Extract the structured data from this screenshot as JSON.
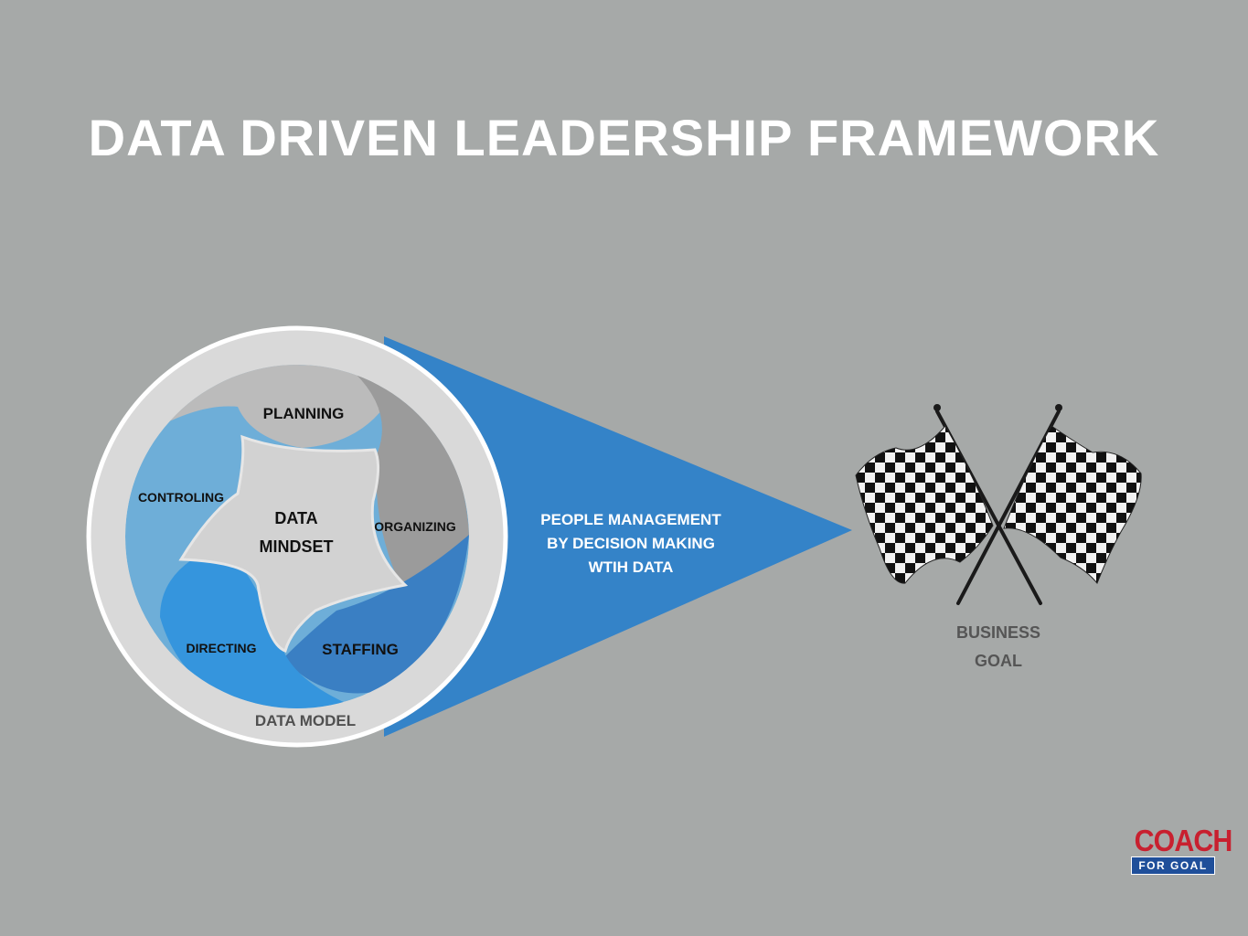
{
  "title": "DATA DRIVEN LEADERSHIP FRAMEWORK",
  "diagram": {
    "center": {
      "line1": "DATA",
      "line2": "MINDSET"
    },
    "segments": {
      "planning": "PLANNING",
      "organizing": "ORGANIZING",
      "staffing": "STAFFING",
      "directing": "DIRECTING",
      "controling": "CONTROLING"
    },
    "ring_label": "DATA MODEL",
    "cone_text": {
      "line1": "PEOPLE MANAGEMENT",
      "line2": "BY DECISION MAKING",
      "line3": "WTIH DATA"
    },
    "goal": {
      "line1": "BUSINESS",
      "line2": "GOAL"
    }
  },
  "logo": {
    "top": "COACH",
    "bottom": "FOR GOAL"
  },
  "colors": {
    "background": "#a6a9a8",
    "cone": "#3483c8",
    "planning": "#bbbbbb",
    "organizing": "#9b9b9b",
    "staffing": "#3a7fc3",
    "directing": "#3595dd",
    "controling": "#6eaed8",
    "center": "#d2d2d2",
    "ring": "#d9d9d9",
    "logo_red": "#c8202f",
    "logo_blue": "#1f4f9a"
  }
}
